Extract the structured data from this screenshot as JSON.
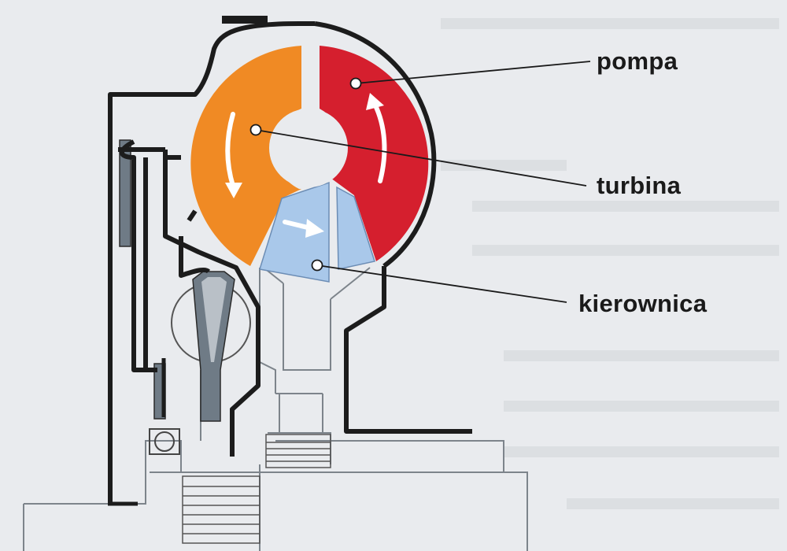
{
  "labels": {
    "pump": "pompa",
    "turbine": "turbina",
    "stator": "kierownica"
  },
  "colors": {
    "background": "#e9ebee",
    "pump": "#d51f2e",
    "turbine": "#f08a24",
    "stator": "#a9c8ea",
    "outline": "#1c1c1c",
    "grey_part": "#6f7b86"
  }
}
